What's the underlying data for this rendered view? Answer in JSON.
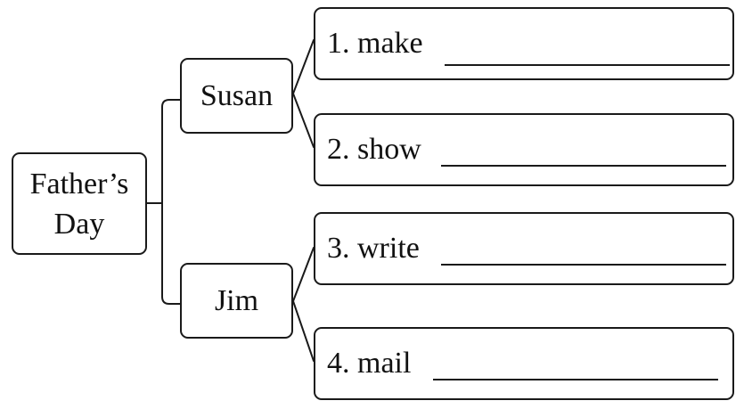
{
  "root": {
    "line1": "Father’s",
    "line2": "Day"
  },
  "branches": [
    {
      "name": "Susan",
      "items": [
        "1. make",
        "2. show"
      ]
    },
    {
      "name": "Jim",
      "items": [
        "3. write",
        "4. mail"
      ]
    }
  ]
}
